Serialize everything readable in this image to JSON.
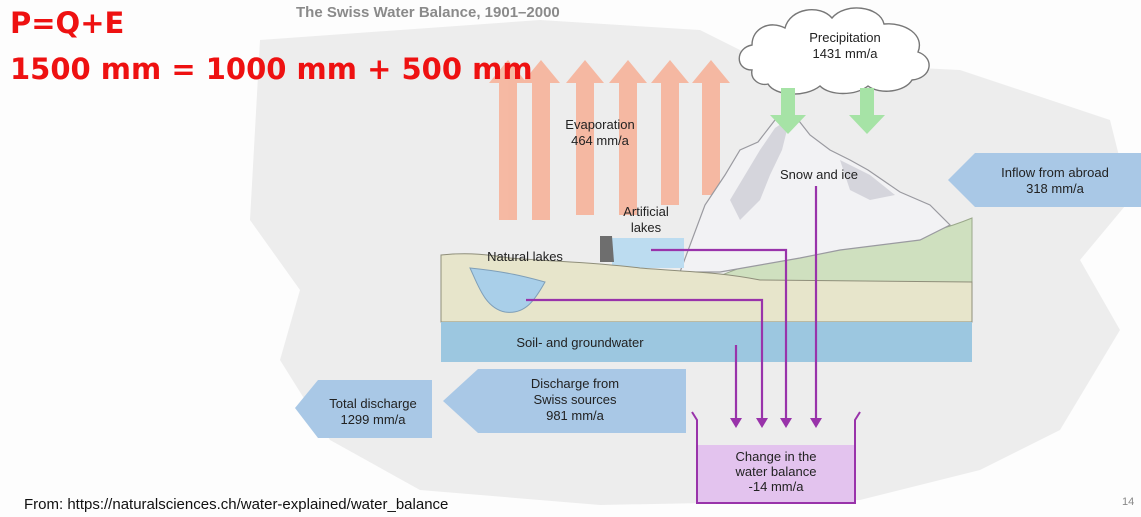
{
  "title": "The Swiss Water Balance, 1901–2000",
  "equation": {
    "line1": "P=Q+E",
    "line2": "1500 mm = 1000 mm + 500 mm"
  },
  "labels": {
    "precipitation": {
      "name": "Precipitation",
      "value": "1431 mm/a"
    },
    "evaporation": {
      "name": "Evaporation",
      "value": "464 mm/a"
    },
    "snow_ice": "Snow and ice",
    "inflow": {
      "name": "Inflow from abroad",
      "value": "318 mm/a"
    },
    "artificial_lakes": {
      "line1": "Artificial",
      "line2": "lakes"
    },
    "natural_lakes": "Natural lakes",
    "soil_groundwater": "Soil- and groundwater",
    "discharge_swiss": {
      "line1": "Discharge from",
      "line2": "Swiss sources",
      "value": "981 mm/a"
    },
    "total_discharge": {
      "name": "Total discharge",
      "value": "1299 mm/a"
    },
    "change": {
      "line1": "Change in the",
      "line2": "water balance",
      "value": "-14 mm/a"
    }
  },
  "footer": "From: https://naturalsciences.ch/water-explained/water_balance",
  "page_number": "14",
  "colors": {
    "equation": "#ee1111",
    "evaporation_arrow": "#f6b49c",
    "precip_arrow": "#a6e3a6",
    "flow_line": "#9933aa",
    "blue_box": "#a9c8e6",
    "change_box": "#e3c3ee",
    "soil_band": "#9cc7e0",
    "lake": "#a9cfe9"
  }
}
